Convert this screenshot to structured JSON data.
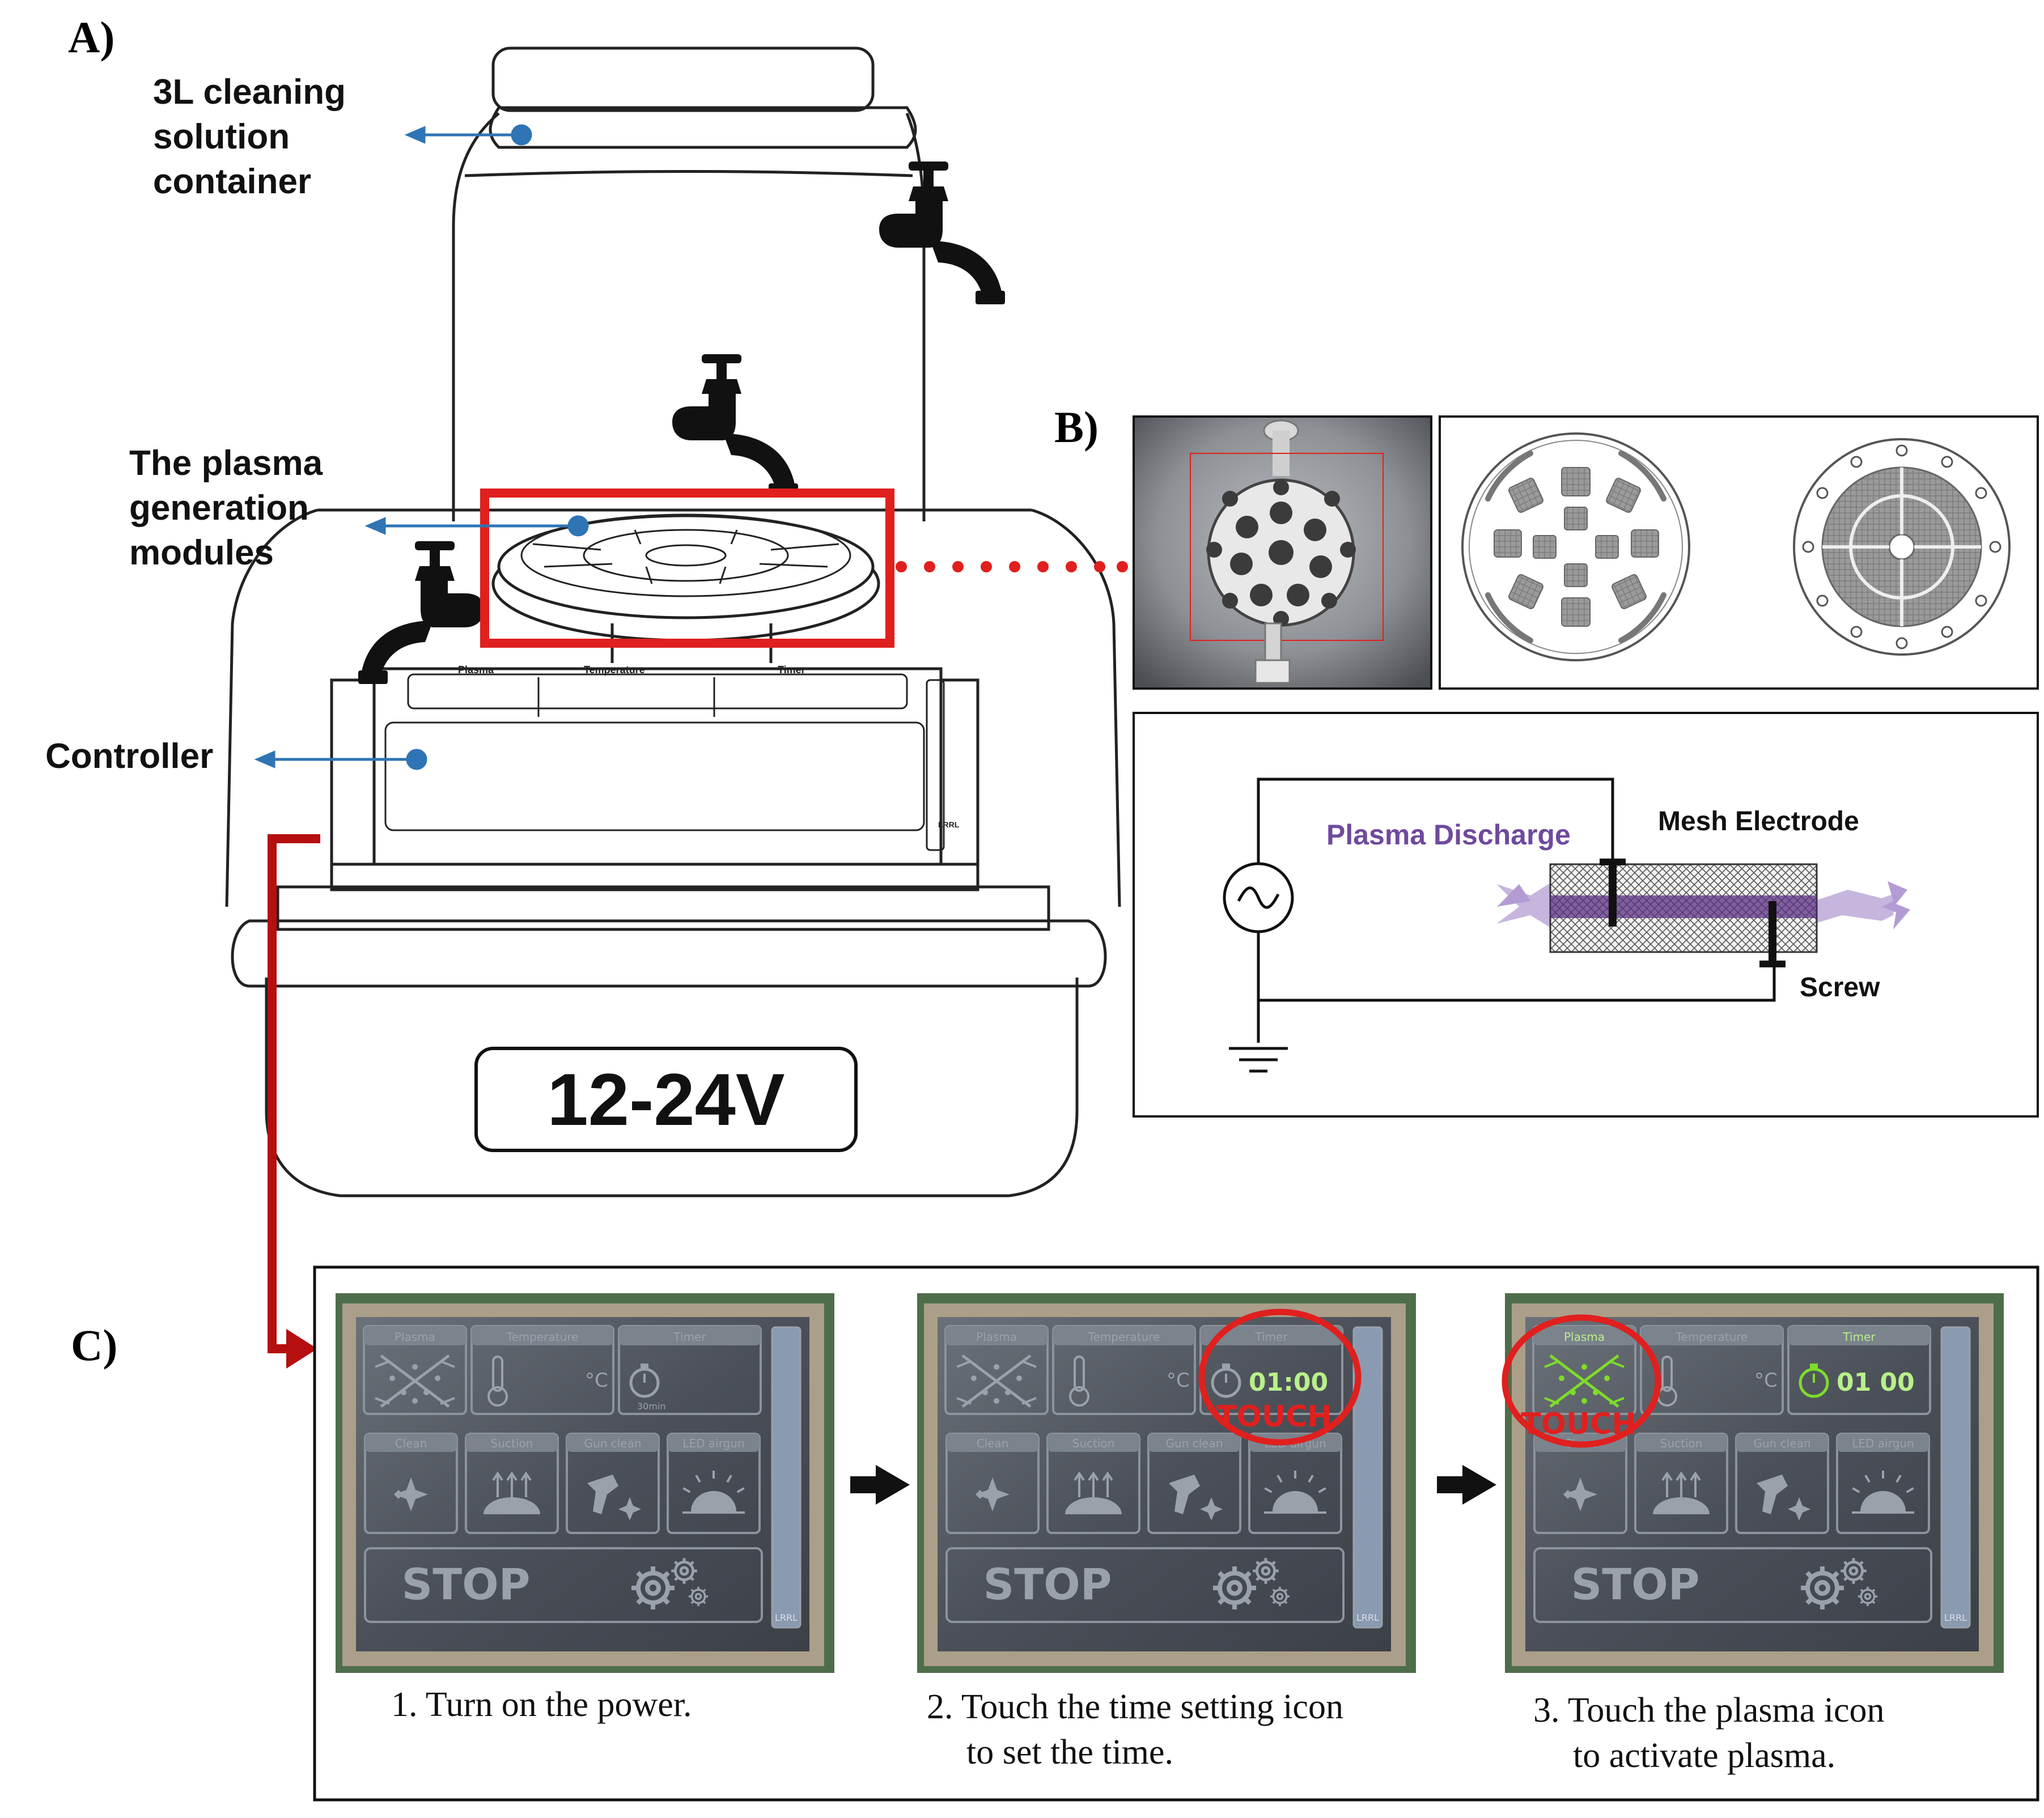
{
  "panel_labels": {
    "a": "A)",
    "b": "B)",
    "c": "C)"
  },
  "panel_a": {
    "container_label": [
      "3L cleaning",
      "solution",
      "container"
    ],
    "plasma_label": [
      "The plasma",
      "generation",
      "modules"
    ],
    "controller_label": "Controller",
    "voltage_label": "12-24V",
    "controller_tabs": [
      "Plasma",
      "Temperature",
      "Timer"
    ],
    "controller_brand": "LRRL"
  },
  "panel_b": {
    "plasma_discharge": "Plasma Discharge",
    "mesh_electrode": "Mesh Electrode",
    "screw": "Screw"
  },
  "panel_c": {
    "screen": {
      "tabs": [
        "Plasma",
        "Temperature",
        "Timer"
      ],
      "temp_unit": "°C",
      "timer_sub": "30min",
      "buttons": [
        "Clean",
        "Suction",
        "Gun clean",
        "LED airgun"
      ],
      "stop": "STOP",
      "brand": "LRRL",
      "timer_value": "01:00",
      "timer_value_3": "01 00",
      "touch": "TOUCH"
    },
    "captions": {
      "step1": [
        "1. Turn on the power."
      ],
      "step2": [
        "2. Touch the time setting icon",
        "to set the time."
      ],
      "step3": [
        "3. Touch the plasma icon",
        "to activate plasma."
      ]
    }
  },
  "colors": {
    "red": "#e0201e",
    "dark_red": "#b50f10",
    "blue": "#2f74b5",
    "purple": "#6f4a9c",
    "green": "#7ddc2a"
  }
}
